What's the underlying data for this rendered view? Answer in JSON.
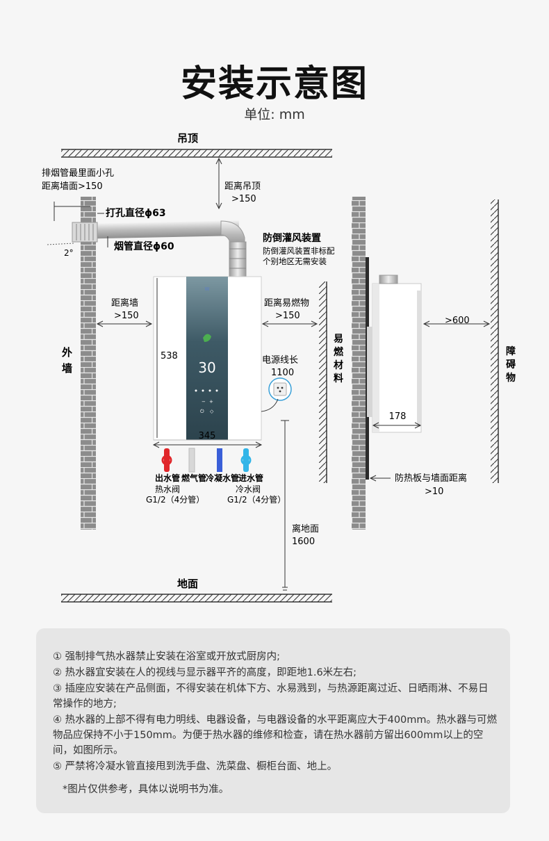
{
  "title": "安装示意图",
  "unit": "单位: mm",
  "labels": {
    "ceiling": "吊顶",
    "floor": "地面",
    "outer_wall": "外墙",
    "flammable": "易燃材料",
    "obstacle": "障碍物",
    "flue_hole_1": "排烟管最里面小孔",
    "flue_hole_2": "距离墙面>150",
    "drill_hole": "打孔直径ϕ63",
    "flue_diameter": "烟管直径ϕ60",
    "angle": "2°",
    "to_ceiling_1": "距离吊顶",
    "to_ceiling_2": ">150",
    "wind_guard": "防倒灌风装置",
    "wind_guard_note_1": "防倒灌风装置非标配",
    "wind_guard_note_2": "个别地区无需安装",
    "to_wall_1": "距离墙",
    "to_wall_2": ">150",
    "to_flammable_1": "距离易燃物",
    "to_flammable_2": ">150",
    "height_dim": "538",
    "width_dim": "345",
    "power_1": "电源线长",
    "power_2": "1100",
    "pipe_out": "出水管",
    "pipe_gas": "燃气管",
    "pipe_cond": "冷凝水管",
    "pipe_in": "进水管",
    "hot_valve_1": "热水阀",
    "hot_valve_2": "G1/2（4分管）",
    "cold_valve_1": "冷水阀",
    "cold_valve_2": "G1/2（4分管）",
    "to_floor_1": "离地面",
    "to_floor_2": "1600",
    "front_gap": ">600",
    "depth_dim": "178",
    "heat_board_1": "防热板与墙面距离",
    "heat_board_2": ">10",
    "display_value": "30"
  },
  "notes": [
    "① 强制排气热水器禁止安装在浴室或开放式厨房内;",
    "② 热水器宜安装在人的视线与显示器平齐的高度，即距地1.6米左右;",
    "③ 插座应安装在产品侧面，不得安装在机体下方、水易溅到，与热源距离过近、日晒雨淋、不易日常操作的地方;",
    "④ 热水器的上部不得有电力明线、电器设备，与电器设备的水平距离应大于400mm。热水器与可燃物品应保持不小于150mm。为便于热水器的维修和检查，请在热水器前方留出600mm以上的空间，如图所示。",
    "⑤ 严禁将冷凝水管直接甩到洗手盘、洗菜盘、橱柜台面、地上。"
  ],
  "disclaimer": "*图片仅供参考，具体以说明书为准。",
  "colors": {
    "background": "#f6f6f6",
    "notes_bg": "#e6e6e6",
    "wall": "#8a8a8a",
    "pipe_hot": "#e0262a",
    "pipe_gas": "#d8d8d8",
    "pipe_cond": "#3a5fd8",
    "pipe_cold": "#33b5e8",
    "display_panel": "#3e5a66",
    "power_socket": "#3aa0d8"
  }
}
